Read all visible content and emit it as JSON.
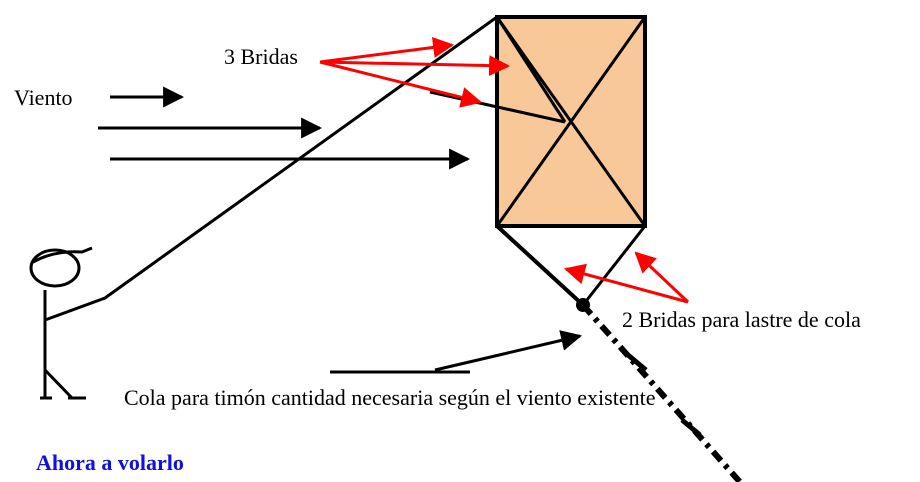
{
  "labels": {
    "bridas_top": "3 Bridas",
    "wind": "Viento",
    "bridas_tail": "2 Bridas para lastre de cola",
    "tail": "Cola para timón cantidad necesaria según el viento existente",
    "footer": "Ahora a  volarlo"
  },
  "colors": {
    "kite_fill": "#f8c898",
    "ink": "#000000",
    "bridle_arrows": "#ff0000",
    "footer_text": "#1010e0",
    "background": "#ffffff"
  },
  "icons": [
    "person-figure",
    "kite-shape",
    "wind-arrow",
    "tail-rope"
  ]
}
